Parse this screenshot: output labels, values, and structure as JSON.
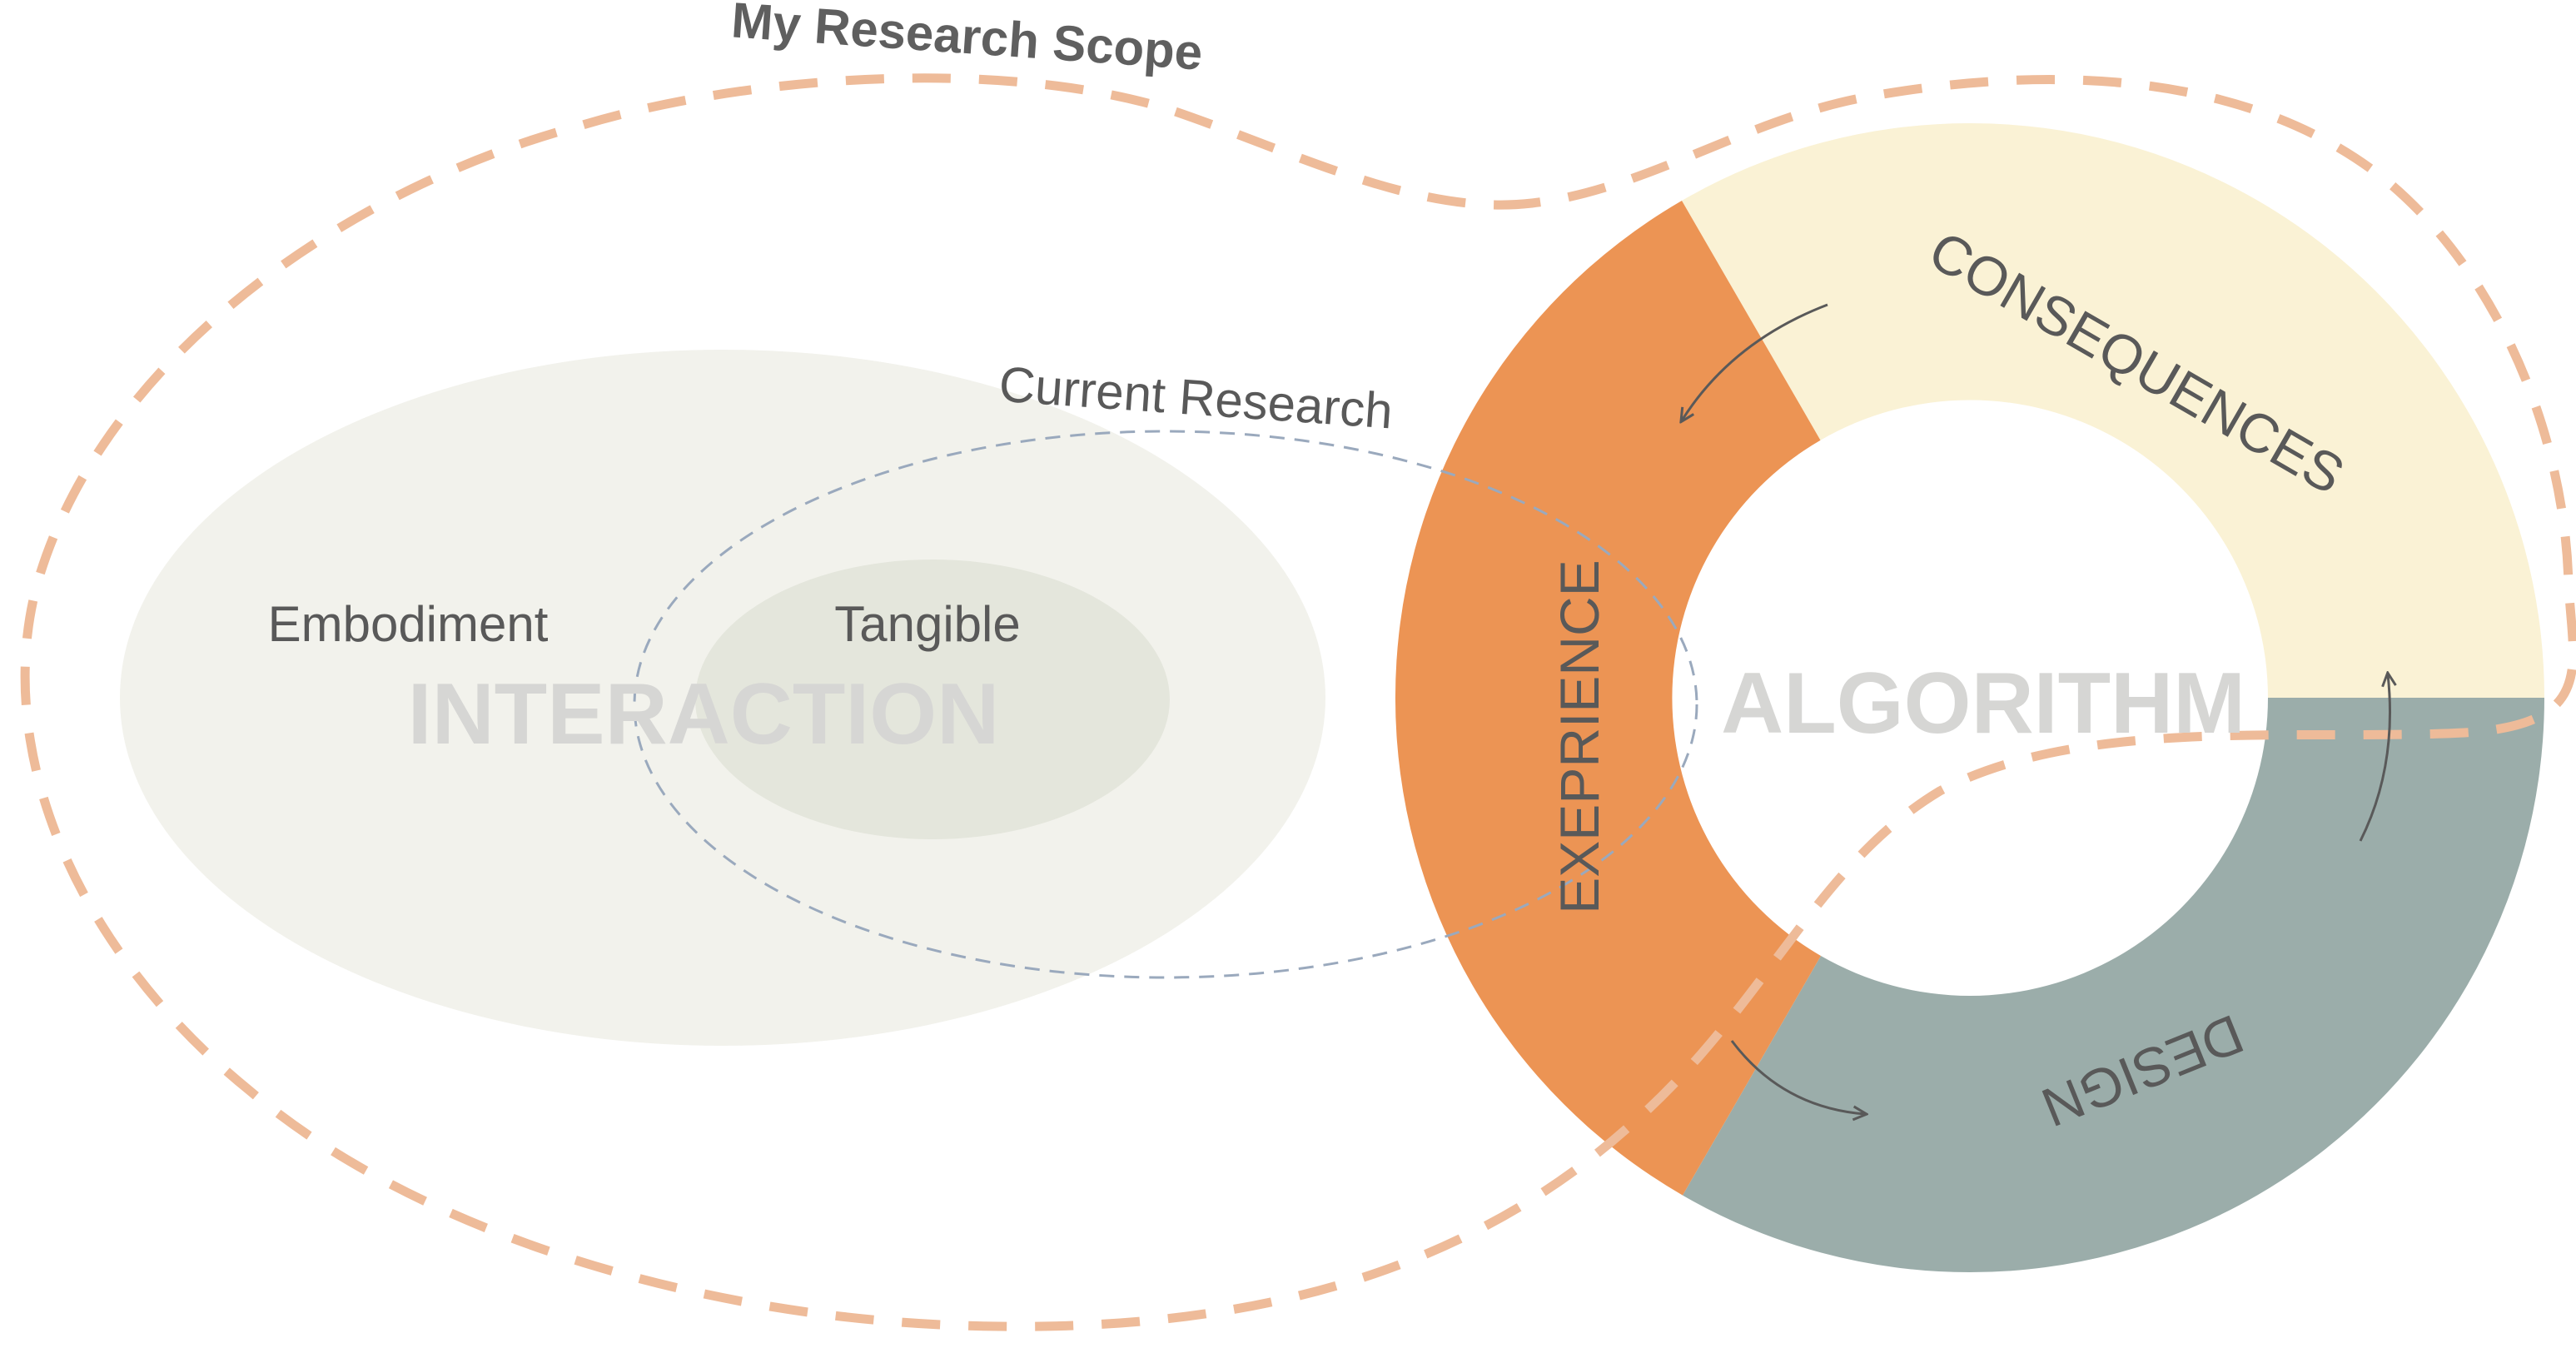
{
  "title": "My Research Scope",
  "current_research": "Current Research",
  "interaction": {
    "label": "INTERACTION",
    "embodiment": "Embodiment",
    "tangible": "Tangible"
  },
  "algorithm": {
    "label": "ALGORITHM",
    "segments": {
      "consequences": "CONSEQUENCES",
      "design": "DESIGN",
      "experience": "EXEPRIENCE"
    }
  },
  "colors": {
    "scope_dash": "#eebb99",
    "current_dash": "#9aa9bd",
    "interaction_fill": "#f2f2ec",
    "tangible_fill": "#e4e6dc",
    "consequences": "#faf2d5",
    "design": "#9badaa",
    "experience": "#ec9454",
    "arrow": "#595959"
  }
}
